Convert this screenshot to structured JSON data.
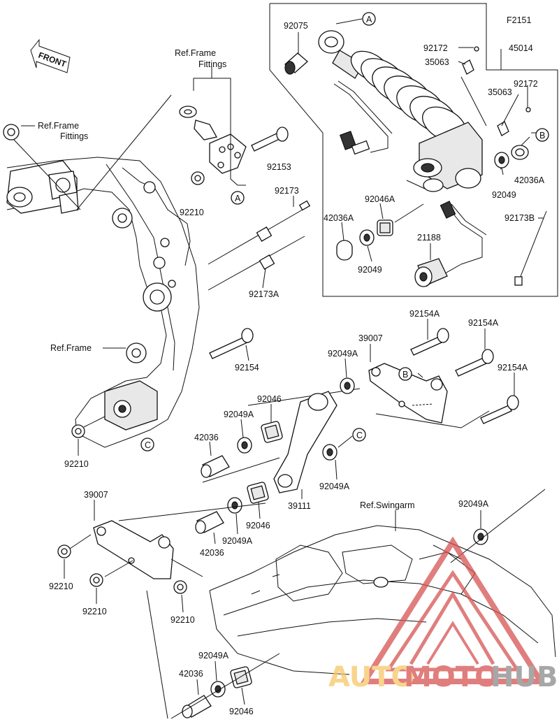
{
  "diagram": {
    "figure_code": "F2151",
    "front_label": "FRONT",
    "ref_labels": {
      "frame_fittings_top": [
        "Ref.Frame",
        "Fittings"
      ],
      "frame_fittings_left": [
        "Ref.Frame",
        "Fittings"
      ],
      "frame": "Ref.Frame",
      "swingarm": "Ref.Swingarm"
    },
    "callouts": {
      "A1": "A",
      "A2": "A",
      "B1": "B",
      "B2": "B",
      "C1": "C",
      "C2": "C"
    },
    "parts": [
      {
        "id": "p92075",
        "label": "92075"
      },
      {
        "id": "p92172a",
        "label": "92172"
      },
      {
        "id": "p45014",
        "label": "45014"
      },
      {
        "id": "p35063a",
        "label": "35063"
      },
      {
        "id": "p92172b",
        "label": "92172"
      },
      {
        "id": "p35063b",
        "label": "35063"
      },
      {
        "id": "p42036A_r",
        "label": "42036A"
      },
      {
        "id": "p92049_r",
        "label": "92049"
      },
      {
        "id": "p92046A",
        "label": "92046A"
      },
      {
        "id": "p42036A_l",
        "label": "42036A"
      },
      {
        "id": "p92049_l",
        "label": "92049"
      },
      {
        "id": "p21188",
        "label": "21188"
      },
      {
        "id": "p92173B",
        "label": "92173B"
      },
      {
        "id": "p92153",
        "label": "92153"
      },
      {
        "id": "p92210_top",
        "label": "92210"
      },
      {
        "id": "p92173",
        "label": "92173"
      },
      {
        "id": "p92173A",
        "label": "92173A"
      },
      {
        "id": "p92154",
        "label": "92154"
      },
      {
        "id": "p92154A_1",
        "label": "92154A"
      },
      {
        "id": "p92154A_2",
        "label": "92154A"
      },
      {
        "id": "p92154A_3",
        "label": "92154A"
      },
      {
        "id": "p39007_r",
        "label": "39007"
      },
      {
        "id": "p92049A_1",
        "label": "92049A"
      },
      {
        "id": "p92046_1",
        "label": "92046"
      },
      {
        "id": "p92049A_2",
        "label": "92049A"
      },
      {
        "id": "p42036_1",
        "label": "42036"
      },
      {
        "id": "p92210_mid",
        "label": "92210"
      },
      {
        "id": "p92049A_3",
        "label": "92049A"
      },
      {
        "id": "p39111",
        "label": "39111"
      },
      {
        "id": "p92046_2",
        "label": "92046"
      },
      {
        "id": "p92049A_4",
        "label": "92049A"
      },
      {
        "id": "p42036_2",
        "label": "42036"
      },
      {
        "id": "p39007_l",
        "label": "39007"
      },
      {
        "id": "p92210_a",
        "label": "92210"
      },
      {
        "id": "p92210_b",
        "label": "92210"
      },
      {
        "id": "p92210_c",
        "label": "92210"
      },
      {
        "id": "p92049A_5",
        "label": "92049A"
      },
      {
        "id": "p92049A_6",
        "label": "92049A"
      },
      {
        "id": "p42036_3",
        "label": "42036"
      },
      {
        "id": "p92046_3",
        "label": "92046"
      }
    ]
  },
  "watermark": {
    "part1": "AUTO",
    "part2": "MOTO",
    "part3": "HUB",
    "color_light": "#f6c768",
    "color_dark": "#d65353",
    "color_gray": "#8a8a8a"
  }
}
